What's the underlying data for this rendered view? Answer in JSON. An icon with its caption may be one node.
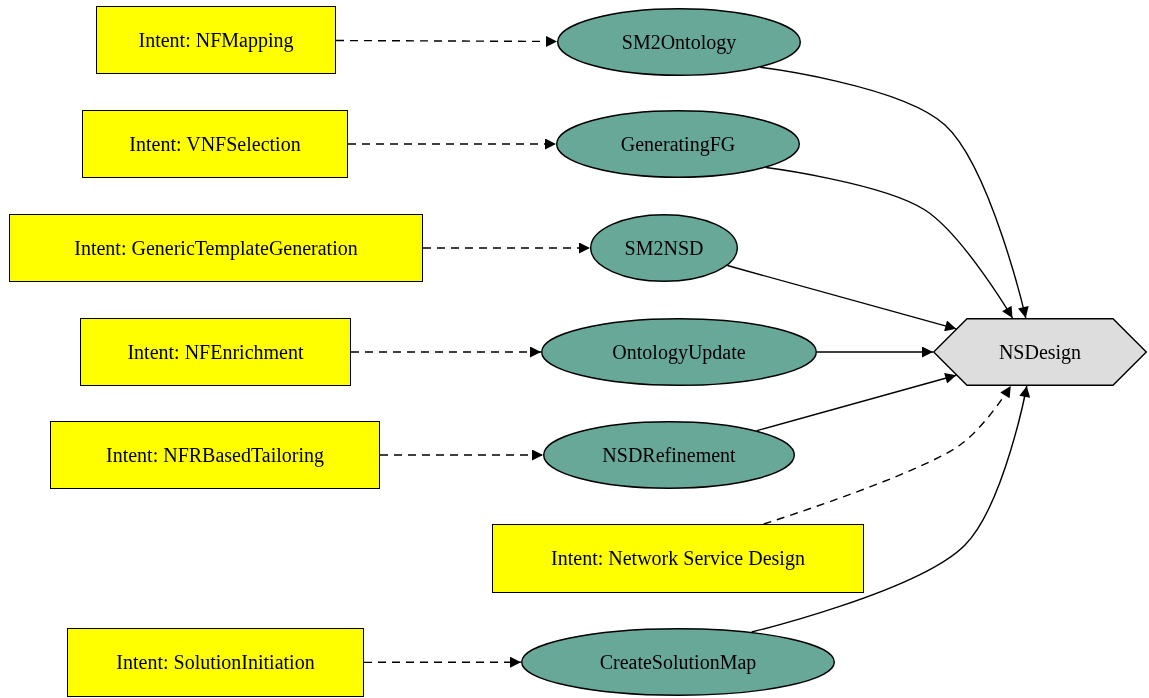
{
  "diagram": {
    "nodes": [
      {
        "text": [
          "Intent: NFMapping"
        ]
      },
      {
        "text": [
          "SM2Ontology"
        ]
      },
      {
        "text": [
          "Intent: VNFSelection"
        ]
      },
      {
        "text": [
          "GeneratingFG"
        ]
      },
      {
        "text": [
          "Intent: GenericTemplateGeneration"
        ]
      },
      {
        "text": [
          "SM2NSD"
        ]
      },
      {
        "text": [
          "Intent: NFEnrichment"
        ]
      },
      {
        "text": [
          "OntologyUpdate"
        ]
      },
      {
        "text": [
          "Intent: NFRBasedTailoring"
        ]
      },
      {
        "text": [
          "NSDRefinement"
        ]
      },
      {
        "text": [
          "Intent: Network Service Design"
        ]
      },
      {
        "text": [
          "Intent: SolutionInitiation"
        ]
      },
      {
        "text": [
          "CreateSolutionMap"
        ]
      },
      {
        "text": [
          "NSDesign"
        ]
      }
    ],
    "edges": [
      {
        "from": 0,
        "to": 1,
        "arrow": "to",
        "style": "dashed"
      },
      {
        "from": 2,
        "to": 3,
        "arrow": "to",
        "style": "dashed"
      },
      {
        "from": 4,
        "to": 5,
        "arrow": "to",
        "style": "dashed"
      },
      {
        "from": 6,
        "to": 7,
        "arrow": "to",
        "style": "dashed"
      },
      {
        "from": 8,
        "to": 9,
        "arrow": "to",
        "style": "dashed"
      },
      {
        "from": 11,
        "to": 12,
        "arrow": "to",
        "style": "dashed"
      },
      {
        "from": 1,
        "to": 13,
        "arrow": "to"
      },
      {
        "from": 3,
        "to": 13,
        "arrow": "to"
      },
      {
        "from": 5,
        "to": 13,
        "arrow": "to"
      },
      {
        "from": 7,
        "to": 13,
        "arrow": "to"
      },
      {
        "from": 9,
        "to": 13,
        "arrow": "to"
      },
      {
        "from": 10,
        "to": 13,
        "arrow": "to",
        "style": "dashed"
      },
      {
        "from": 12,
        "to": 13,
        "arrow": "to"
      }
    ]
  }
}
